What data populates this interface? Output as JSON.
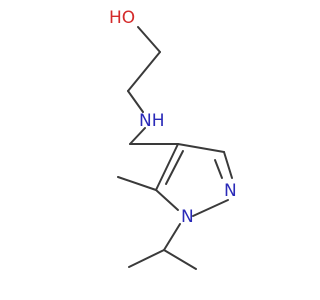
{
  "molecule": {
    "atoms": [
      {
        "id": "OH",
        "label": "HO",
        "color": "#d42a2a"
      },
      {
        "id": "NH",
        "label": "NH",
        "color": "#2a2ab8"
      },
      {
        "id": "N2",
        "label": "N",
        "color": "#2a2ab8"
      },
      {
        "id": "N1",
        "label": "N",
        "color": "#2a2ab8"
      }
    ],
    "bond_color": "#3a3a3a"
  }
}
